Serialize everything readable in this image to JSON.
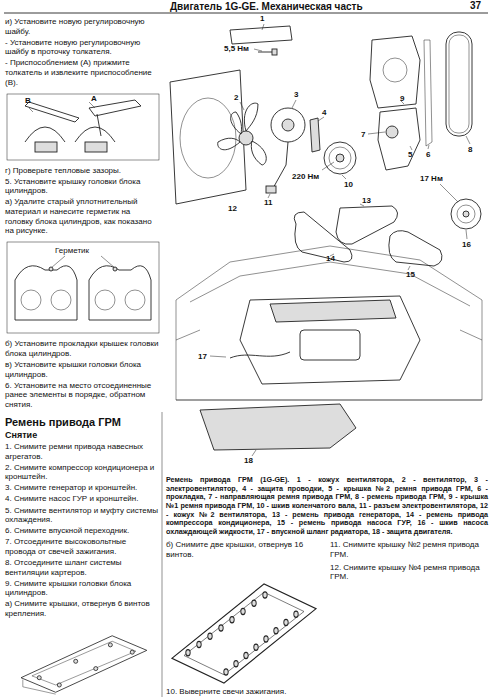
{
  "diagram": {
    "title": "Двигатель 1G-GE. Механическая часть",
    "caption": "Ремень привода ГРМ (1G-GE). 1 - кожух вентилятора, 2 - вентилятор, 3 - электровентилятор, 4 - защита проводки, 5 - крышка №2 ремня привода ГРМ, 6 - прокладка, 7 - направляющая ремня привода ГРМ, 8 - ремень привода ГРМ, 9 - крышка №1 ремня привода ГРМ, 10 - шкив коленчатого вала, 11 - разъем электровентилятора, 12 - кожух №2 вентилятора, 13 - ремень привода генератора, 14 - ремень привода компрессора кондиционера, 15 - ремень привода насоса ГУР, 16 - шкив насоса охлаждающей жидкости, 17 - впускной шланг радиатора, 18 - защита двигателя.",
    "labels": [
      "37",
      "и) Установите новую регулировочную шайбу.",
      "- Установите новую регулировочную шайбу в проточку толкателя.",
      "- Приспособлением (A) прижмите толкатель и извлеките приспособление (B).",
      "B",
      "A",
      "г) Проверьте тепловые зазоры.",
      "5. Установите крышку головки блока цилиндров.",
      "а) Удалите старый уплотнительный материал и нанесите герметик на головку блока цилиндров, как показано на рисунке.",
      "Герметик",
      "б) Установите прокладки крышек головки блока цилиндров.",
      "в) Установите крышки головки блока цилиндров.",
      "6. Установите на место отсоединенные ранее элементы в порядке, обратном снятия.",
      "Ремень привода ГРМ",
      "Снятие",
      "1. Снимите ремни привода навесных агрегатов.",
      "2. Снимите компрессор кондиционера и кронштейн.",
      "3. Снимите генератор и кронштейн.",
      "4. Снимите насос ГУР и кронштейн.",
      "5. Снимите вентилятор и муфту системы охлаждения.",
      "6. Снимите впускной переходник.",
      "7. Отсоедините высоковольтные провода от свечей зажигания.",
      "8. Отсоедините шланг системы вентиляции картеров.",
      "9. Снимите крышки головки блока цилиндров.",
      "а) Снимите крышки, отвернув 6 винтов крепления.",
      "1",
      "2",
      "3",
      "4",
      "5",
      "6",
      "7",
      "8",
      "9",
      "10",
      "11",
      "12",
      "13",
      "14",
      "15",
      "16",
      "17",
      "18",
      "5,5 Нм",
      "220 Нм",
      "17 Нм",
      "б) Снимите две крышки, отвернув 16 винтов.",
      "10. Выверните свечи зажигания.",
      "11. Снимите крышку №2 ремня привода ГРМ.",
      "12. Снимите крышку №4 ремня привода ГРМ."
    ]
  }
}
